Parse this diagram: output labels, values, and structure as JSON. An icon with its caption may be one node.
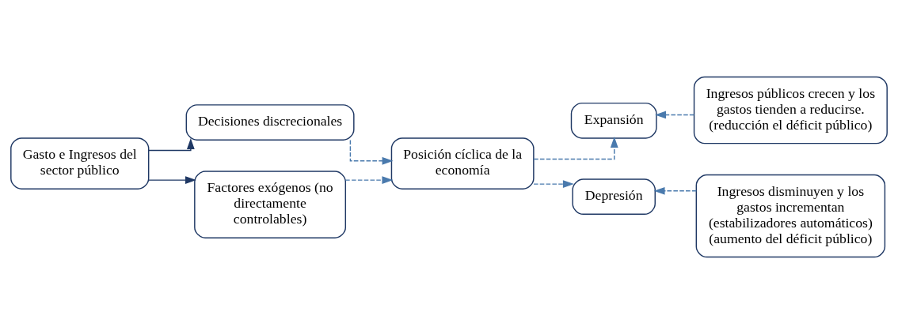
{
  "diagram": {
    "nodes": [
      {
        "text": [
          "Gasto e Ingresos del sector público"
        ]
      },
      {
        "text": [
          "Decisiones discrecionales"
        ]
      },
      {
        "text": [
          "Factores exógenos (no directamente controlables)"
        ]
      },
      {
        "text": [
          "Posición cíclica de la economía"
        ]
      },
      {
        "text": [
          "Expansión"
        ]
      },
      {
        "text": [
          "Depresión"
        ]
      },
      {
        "text": [
          "Ingresos públicos crecen y los gastos tienden a reducirse. (reducción el déficit público)"
        ]
      },
      {
        "text": [
          "Ingresos disminuyen y los gastos incrementan (estabilizadores automáticos) (aumento del déficit público)"
        ]
      }
    ],
    "edges": [
      {
        "from": 0,
        "to": 1,
        "arrow": "to",
        "color": "#1f3864"
      },
      {
        "from": 0,
        "to": 2,
        "arrow": "to",
        "color": "#1f3864"
      },
      {
        "from": 1,
        "to": 3,
        "arrow": "to",
        "style": "dashed"
      },
      {
        "from": 2,
        "to": 3,
        "arrow": "to",
        "style": "dashed"
      },
      {
        "from": 3,
        "to": 4,
        "arrow": "to",
        "style": "dashed"
      },
      {
        "from": 3,
        "to": 5,
        "arrow": "to",
        "style": "dashed"
      },
      {
        "from": 6,
        "to": 4,
        "arrow": "to",
        "style": "dashed"
      },
      {
        "from": 7,
        "to": 5,
        "arrow": "to",
        "style": "dashed"
      }
    ]
  }
}
